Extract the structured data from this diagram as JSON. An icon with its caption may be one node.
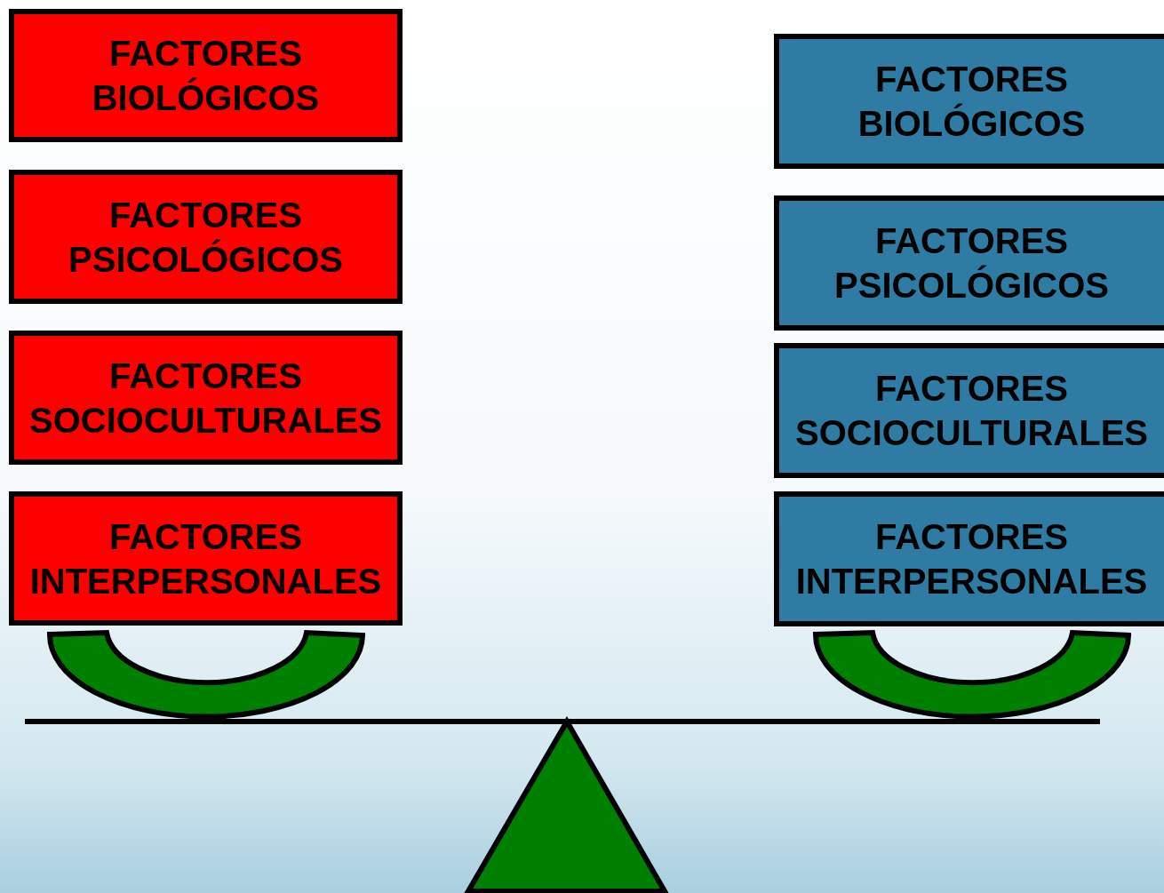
{
  "diagram": {
    "nodes": [
      {
        "text": [
          "FACTORES BIOLÓGICOS"
        ]
      },
      {
        "text": [
          "FACTORES PSICOLÓGICOS"
        ]
      },
      {
        "text": [
          "FACTORES SOCIOCULTURALES"
        ]
      },
      {
        "text": [
          "FACTORES INTERPERSONALES"
        ]
      },
      {
        "text": [
          "FACTORES BIOLÓGICOS"
        ]
      },
      {
        "text": [
          "FACTORES PSICOLÓGICOS"
        ]
      },
      {
        "text": [
          "FACTORES SOCIOCULTURALES"
        ]
      },
      {
        "text": [
          "FACTORES INTERPERSONALES"
        ]
      }
    ]
  }
}
